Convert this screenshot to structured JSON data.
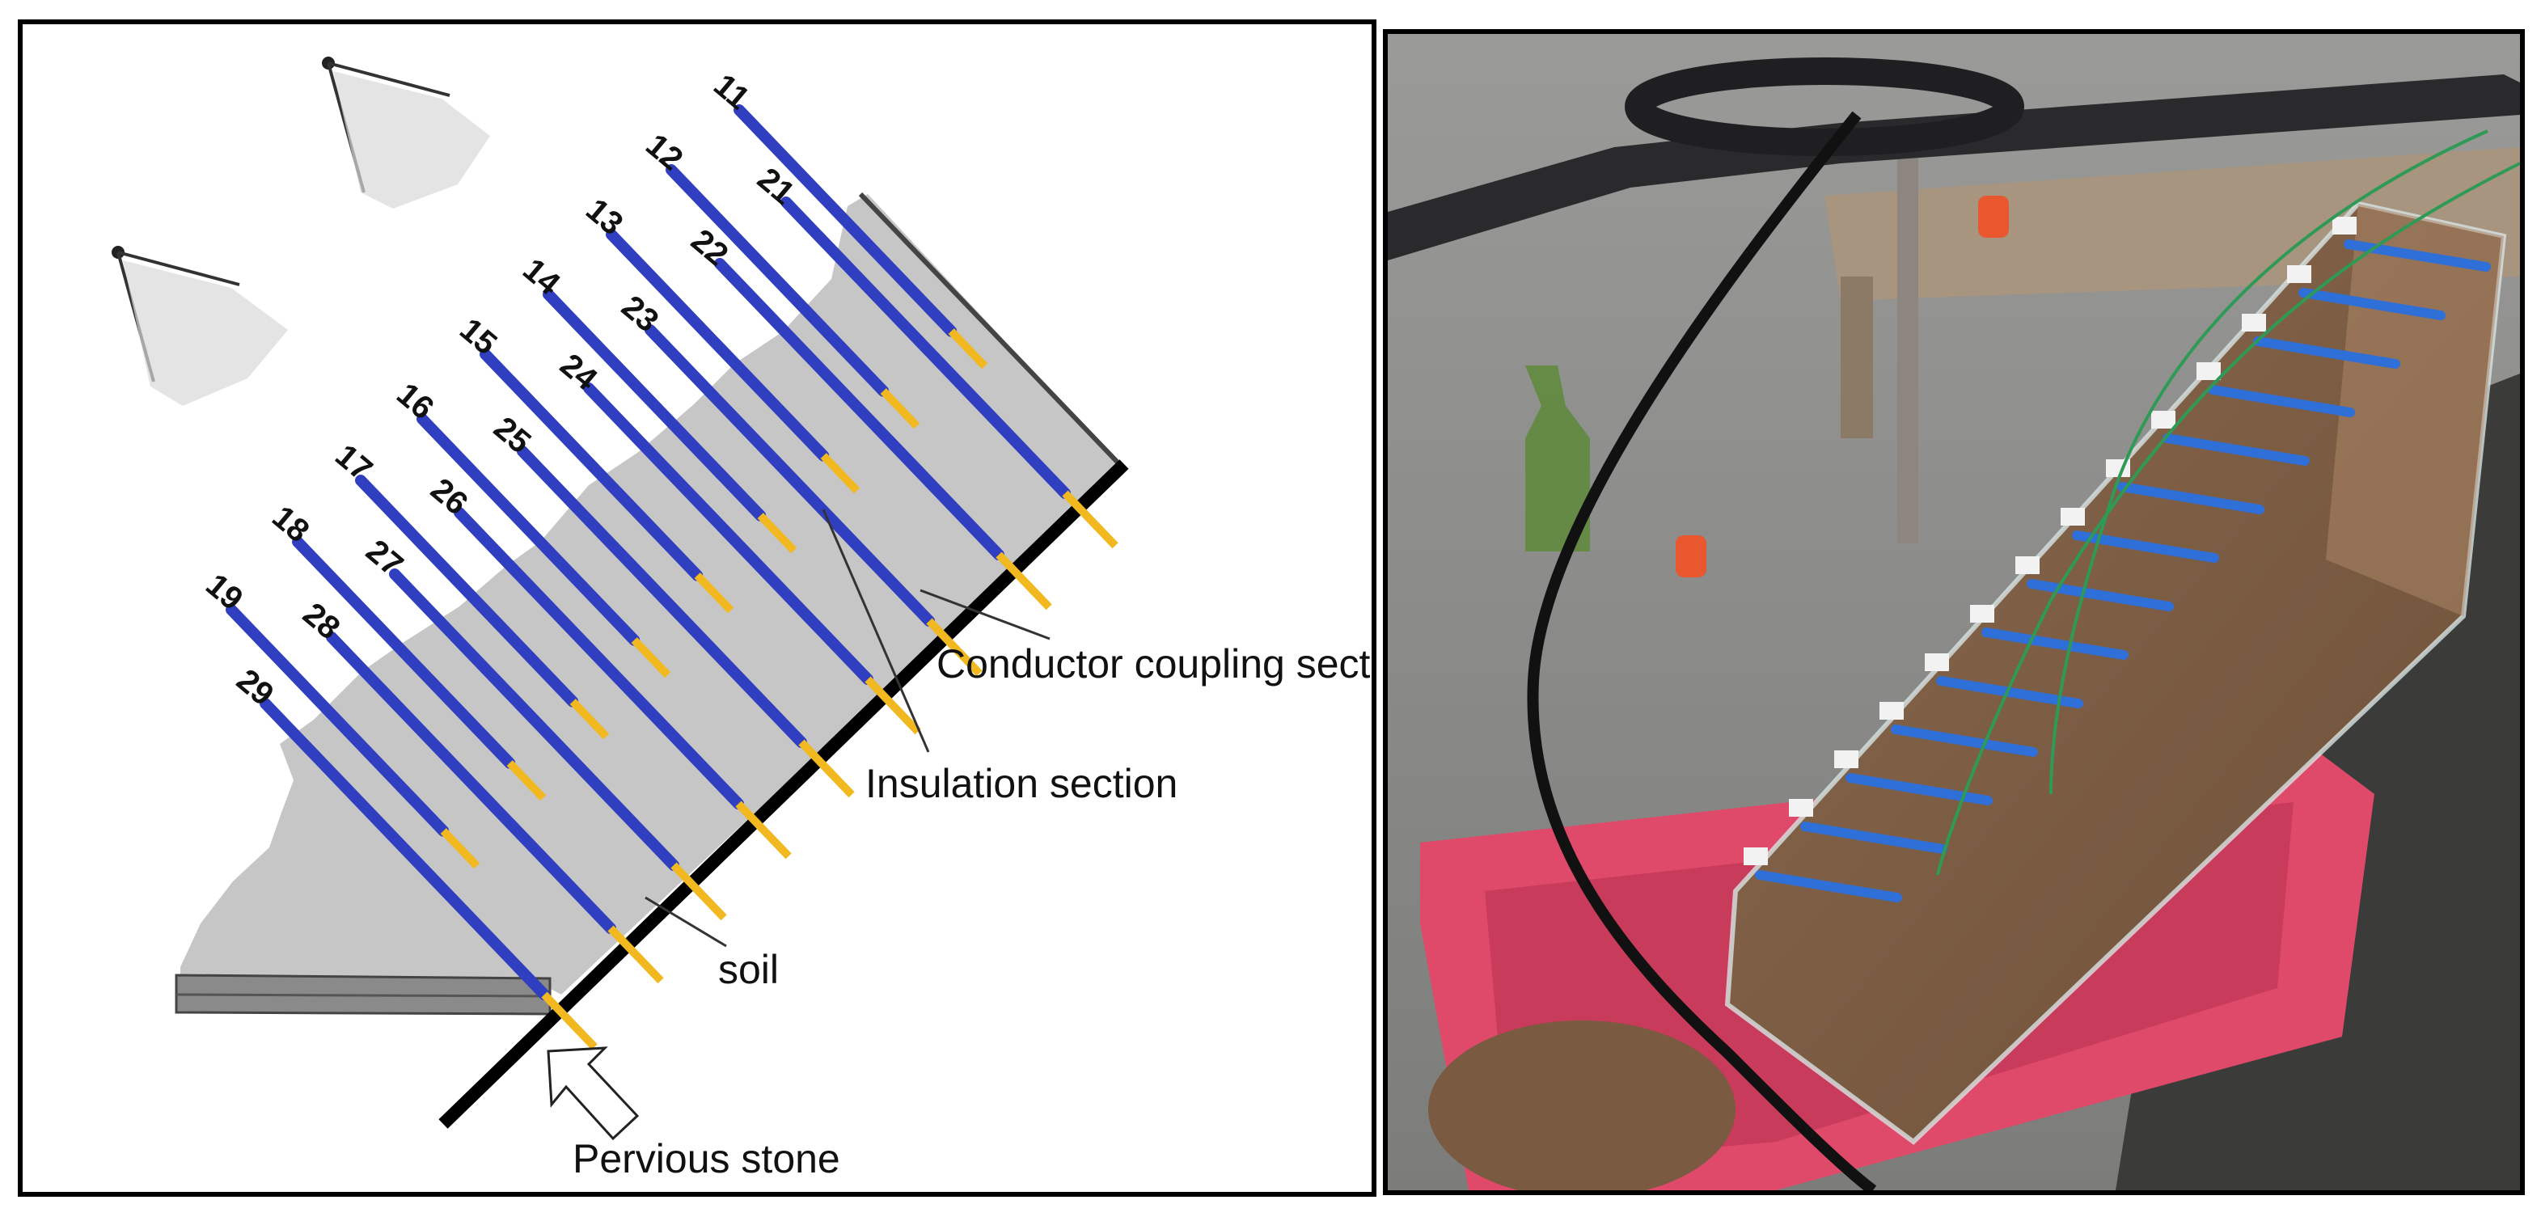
{
  "labels": {
    "conductor": "Conductor coupling section",
    "insulation": "Insulation section",
    "soil": "soil",
    "pervious": "Pervious stone"
  },
  "outer_row": [
    {
      "id": "11"
    },
    {
      "id": "12"
    },
    {
      "id": "13"
    },
    {
      "id": "14"
    },
    {
      "id": "15"
    },
    {
      "id": "16"
    },
    {
      "id": "17"
    },
    {
      "id": "18"
    },
    {
      "id": "19"
    }
  ],
  "inner_row": [
    {
      "id": "21"
    },
    {
      "id": "22"
    },
    {
      "id": "23"
    },
    {
      "id": "24"
    },
    {
      "id": "25"
    },
    {
      "id": "26"
    },
    {
      "id": "27"
    },
    {
      "id": "28"
    },
    {
      "id": "29"
    }
  ],
  "colors": {
    "insulation": "#2f3fbf",
    "conductor": "#f2b81f",
    "soil": "#c6c6c6",
    "wall": "#000000"
  }
}
